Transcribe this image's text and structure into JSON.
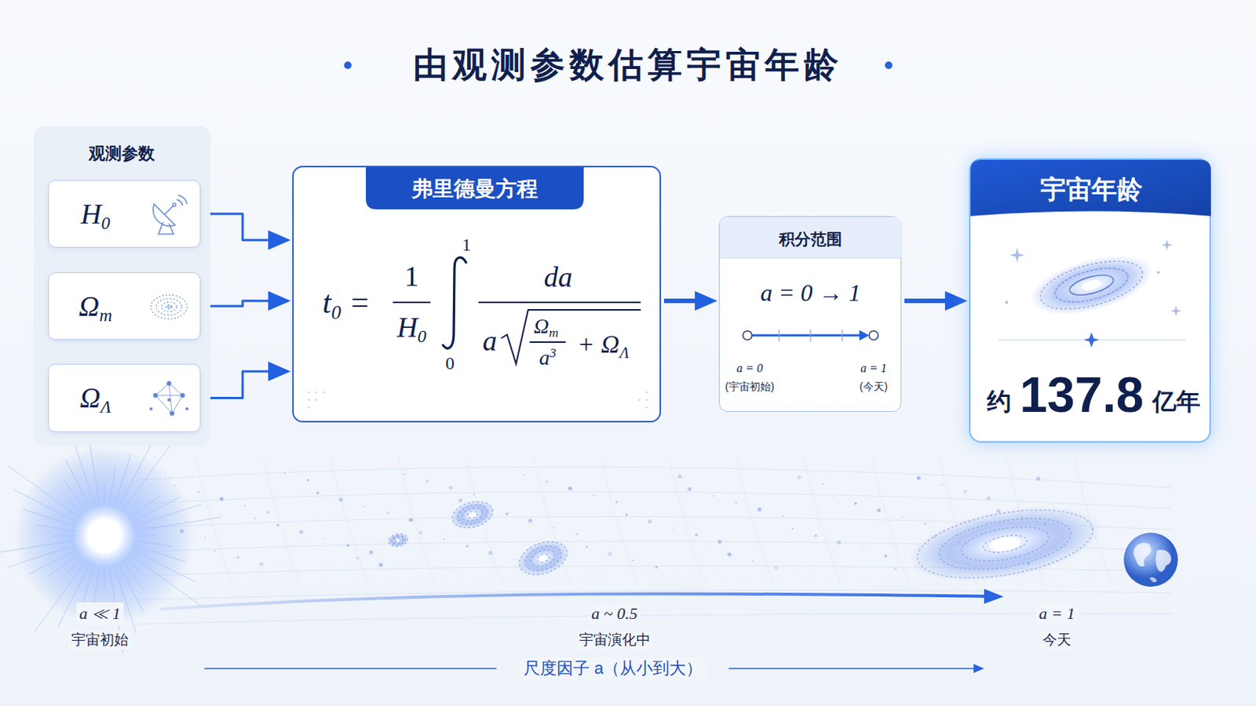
{
  "diagram": {
    "title": "由观测参数估算宇宙年龄",
    "nodes": [
      {
        "text": [
          "观测参数"
        ]
      },
      {
        "text": [
          "H0"
        ],
        "in": 0
      },
      {
        "text": [
          "Ωm"
        ],
        "in": 0
      },
      {
        "text": [
          "ΩΛ"
        ],
        "in": 0
      },
      {
        "text": [
          "弗里德曼方程",
          "t0 =",
          "1",
          "H0",
          "1",
          "0",
          "da",
          "a",
          "Ωm",
          "a3",
          "+ ΩΛ"
        ]
      },
      {
        "text": [
          "积分范围",
          "a = 0 → 1",
          "a = 0",
          "(宇宙初始)",
          "a = 1",
          "(今天)"
        ]
      },
      {
        "text": [
          "宇宙年龄",
          "约",
          "137.8",
          "亿年"
        ]
      }
    ],
    "edges": [
      {
        "from": 1,
        "to": 4,
        "arrow": "to"
      },
      {
        "from": 2,
        "to": 4,
        "arrow": "to"
      },
      {
        "from": 3,
        "to": 4,
        "arrow": "to"
      },
      {
        "from": 4,
        "to": 5,
        "arrow": "to"
      },
      {
        "from": 5,
        "to": 6,
        "arrow": "to"
      }
    ],
    "labels": [
      "a ≪ 1",
      "宇宙初始",
      "a ~ 0.5",
      "宇宙演化中",
      "a = 1",
      "今天",
      "尺度因子 a（从小到大）"
    ]
  }
}
